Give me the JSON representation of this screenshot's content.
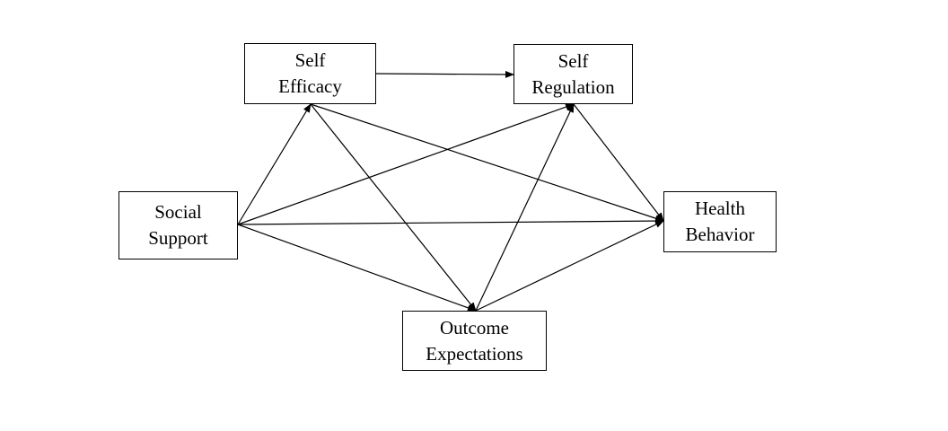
{
  "diagram": {
    "line_color": "#000000",
    "nodes": {
      "self_efficacy": {
        "line1": "Self",
        "line2": "Efficacy"
      },
      "self_regulation": {
        "line1": "Self",
        "line2": "Regulation"
      },
      "social_support": {
        "line1": "Social",
        "line2": "Support"
      },
      "health_behavior": {
        "line1": "Health",
        "line2": "Behavior"
      },
      "outcome_expectations": {
        "line1": "Outcome",
        "line2": "Expectations"
      }
    },
    "edges": [
      {
        "from": "self_efficacy",
        "to": "self_regulation"
      },
      {
        "from": "social_support",
        "to": "self_efficacy"
      },
      {
        "from": "social_support",
        "to": "self_regulation"
      },
      {
        "from": "social_support",
        "to": "health_behavior"
      },
      {
        "from": "social_support",
        "to": "outcome_expectations"
      },
      {
        "from": "self_efficacy",
        "to": "health_behavior"
      },
      {
        "from": "self_efficacy",
        "to": "outcome_expectations"
      },
      {
        "from": "self_regulation",
        "to": "health_behavior"
      },
      {
        "from": "outcome_expectations",
        "to": "self_regulation"
      },
      {
        "from": "outcome_expectations",
        "to": "health_behavior"
      }
    ]
  }
}
